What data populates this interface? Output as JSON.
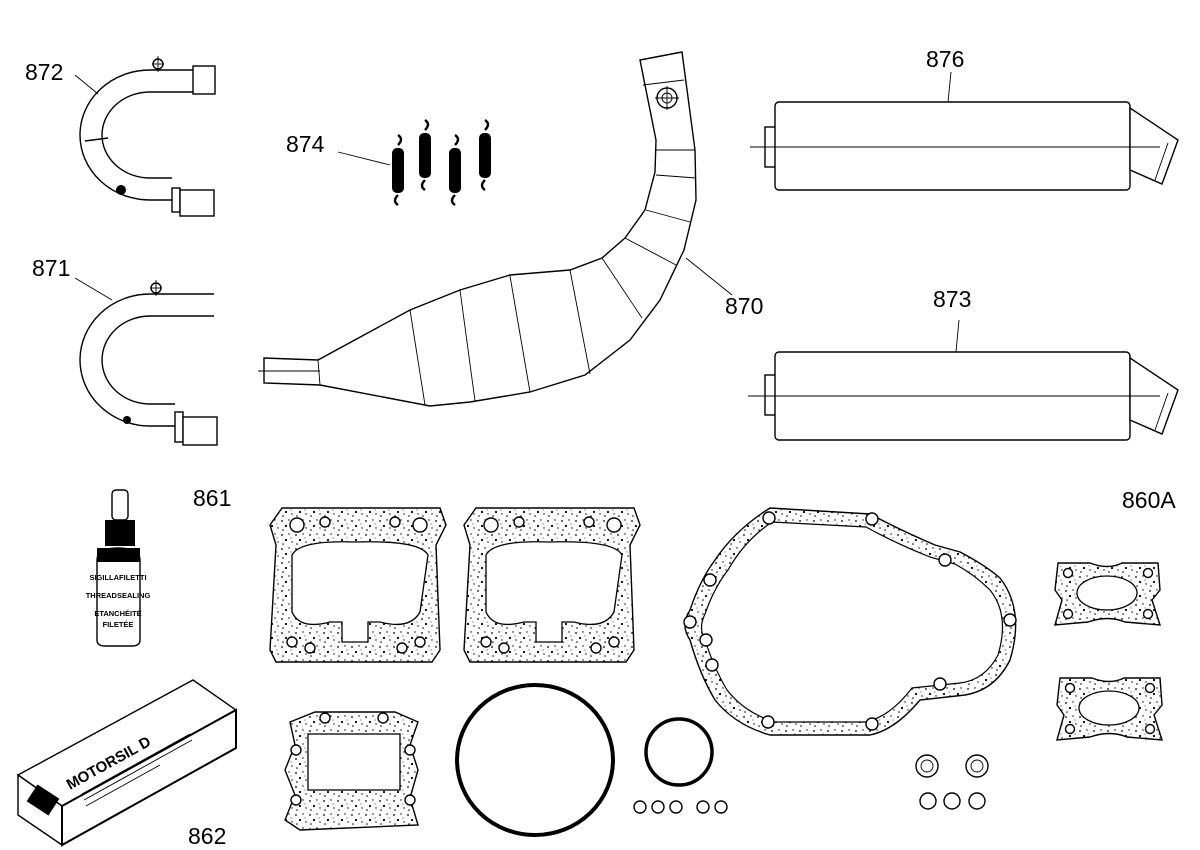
{
  "callouts": {
    "p870": "870",
    "p871": "871",
    "p872": "872",
    "p873": "873",
    "p874": "874",
    "p876": "876",
    "p861": "861",
    "p862": "862",
    "p860a": "860A"
  },
  "labels": {
    "bottle_line1": "SIGILLAFILETTI",
    "bottle_line2": "THREADSEALING",
    "bottle_line3": "ETANCHÉITÉ",
    "bottle_line4": "FILETÉE",
    "box_brand": "MOTORSIL D"
  },
  "colors": {
    "line": "#000000",
    "background": "#ffffff"
  }
}
